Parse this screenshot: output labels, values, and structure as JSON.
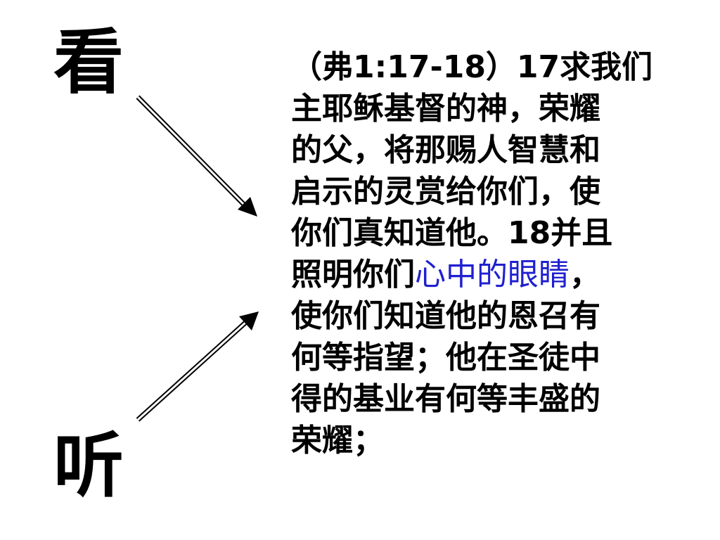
{
  "slide": {
    "look_char": "看",
    "listen_char": "听",
    "verse": {
      "line1": "（弗1:17-18）17求我们",
      "line2": "主耶稣基督的神，荣耀",
      "line3": "的父，将那赐人智慧和",
      "line4": "启示的灵赏给你们，使",
      "line5": "你们真知道他。18并且",
      "line6_pre": "照明你们",
      "line6_highlight": "心中的眼睛",
      "line6_post": "，",
      "line7": "使你们知道他的恩召有",
      "line8": "何等指望；他在圣徒中",
      "line9": "得的基业有何等丰盛的",
      "line10": "荣耀；"
    },
    "highlight_color": "#2020d0"
  }
}
